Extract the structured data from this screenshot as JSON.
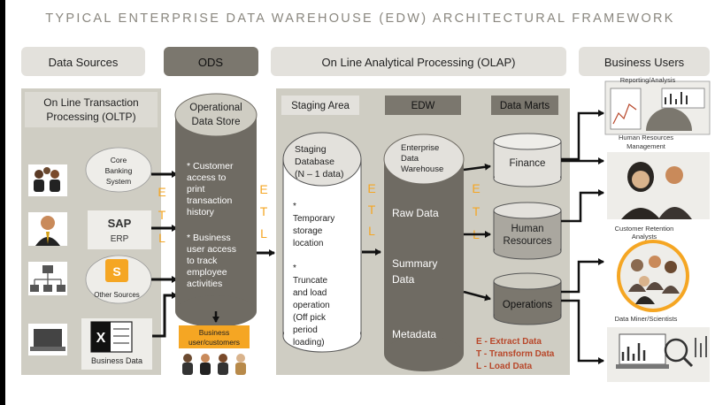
{
  "title": "TYPICAL ENTERPRISE DATA WAREHOUSE (EDW) ARCHITECTURAL FRAMEWORK",
  "headers": {
    "data_sources": "Data Sources",
    "ods": "ODS",
    "olap": "On Line Analytical Processing (OLAP)",
    "business_users": "Business Users"
  },
  "oltp": {
    "line1": "On Line Transaction",
    "line2": "Processing (OLTP)"
  },
  "sources": {
    "core_banking": [
      "Core",
      "Banking",
      "System"
    ],
    "sap": "SAP",
    "erp": "ERP",
    "other_sources": "Other Sources",
    "business_data": "Business Data"
  },
  "ods_store": {
    "title": [
      "Operational",
      "Data Store"
    ],
    "bullets": [
      "* Customer",
      "access to",
      "print",
      "transaction",
      "history",
      "",
      "* Business",
      "user access",
      "to track",
      "employee",
      "activities"
    ]
  },
  "business_customers": [
    "Business",
    "user/customers"
  ],
  "olap_labels": {
    "staging_area": "Staging Area",
    "edw": "EDW",
    "data_marts": "Data Marts"
  },
  "staging_db": {
    "title": [
      "Staging",
      "Database",
      "(N – 1 data)"
    ],
    "bullets": [
      "*",
      "Temporary",
      "storage",
      "location",
      "",
      "*",
      "Truncate",
      "and load",
      "operation",
      "(Off pick",
      "period",
      "loading)"
    ]
  },
  "edw_cylinder": {
    "title": [
      "Enterprise",
      "Data",
      "Warehouse"
    ],
    "layers": [
      "Raw Data",
      "Summary",
      "Data",
      "Metadata"
    ]
  },
  "data_marts": {
    "finance": "Finance",
    "hr": [
      "Human",
      "Resources"
    ],
    "operations": "Operations"
  },
  "etl_letters": [
    "E",
    "T",
    "L"
  ],
  "legend": [
    "E - Extract Data",
    "T - Transform Data",
    "L - Load Data"
  ],
  "user_labels": {
    "reporting": "Reporting/Analysis",
    "hr_mgmt": [
      "Human Resources",
      "Management"
    ],
    "retention": [
      "Customer Retention",
      "Analysts"
    ],
    "miners": "Data Miner/Scientists"
  },
  "colors": {
    "panel": "#cfcdc3",
    "panel_light": "#dcdad3",
    "header_box": "#e3e1dc",
    "dark_box": "#7b776e",
    "cylinder_dark": "#6f6b63",
    "orange": "#f5a623",
    "title": "#8a877f",
    "text": "#222222",
    "legend": "#b8472a"
  }
}
